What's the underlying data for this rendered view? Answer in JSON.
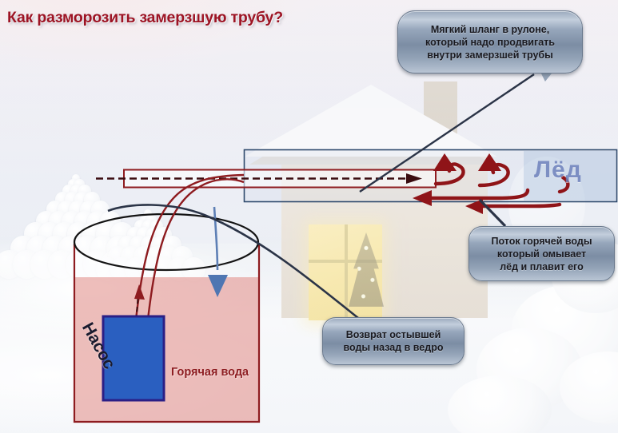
{
  "title": "Как разморозить замерзшую трубу?",
  "labels": {
    "ice": "Лёд",
    "pump": "Насос",
    "hot_water": "Горячая вода"
  },
  "callouts": {
    "hose": {
      "name": "hose-callout",
      "lines": [
        "Мягкий шланг в рулоне,",
        "который надо продвигать",
        "внутри замерзшей трубы"
      ]
    },
    "flow": {
      "name": "hot-flow-callout",
      "lines": [
        "Поток горячей воды",
        "который омывает",
        "лёд и плавит его"
      ]
    },
    "return": {
      "name": "return-callout",
      "lines": [
        "Возврат остывшей",
        "воды  назад в ведро"
      ]
    }
  },
  "colors": {
    "title": "#9d1424",
    "hose_red": "#8e1c20",
    "arrow_red": "#8f1418",
    "pipe_blue": "#2f4a6d",
    "pump_blue": "#2a5fc0",
    "ice_text": "#6b7fbb",
    "water_pink": "#e8b4b0",
    "bucket_outline": "#8e1c20",
    "leader_navy": "#2b3447",
    "bubble_face": "#8d9db2"
  },
  "scene": {
    "background": "winter house with snow, snowy conifers, lit window with Christmas tree",
    "elements": [
      "frozen-pipe-rectangle",
      "soft-hose-rectangle",
      "hose-direction-dashed-arrow",
      "hot-water-circulation-arrows",
      "bucket",
      "hot-water-fill",
      "pump-box",
      "supply-hose-lines",
      "return-water-arrow"
    ]
  }
}
